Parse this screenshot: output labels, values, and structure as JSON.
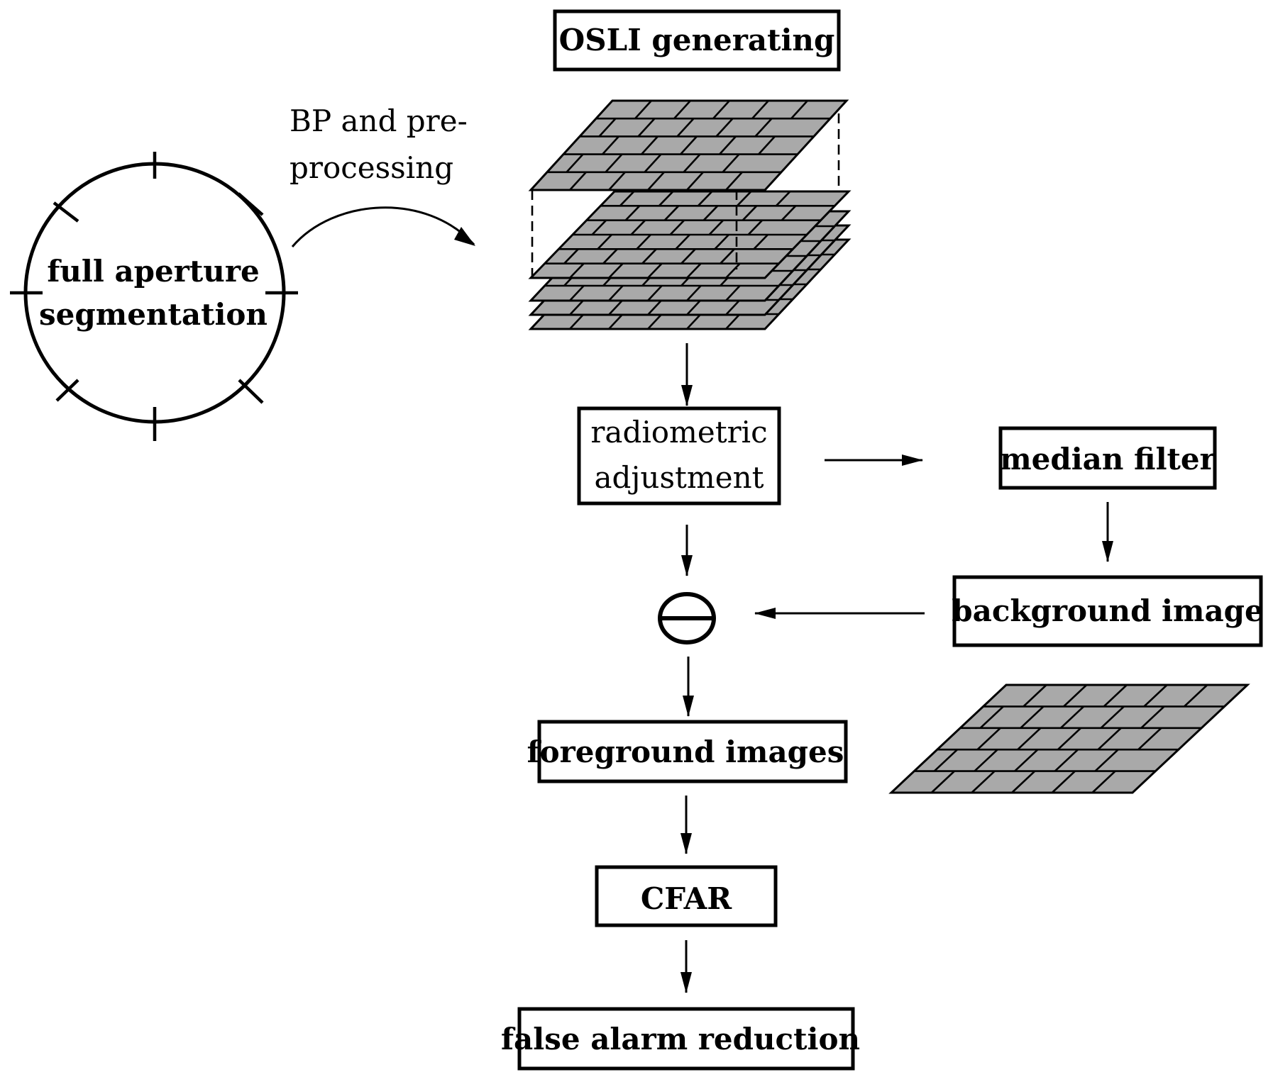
{
  "colors": {
    "ink": "#000000",
    "grid_fill": "#a9a9a9",
    "background": "#ffffff"
  },
  "segmentation": {
    "line1": "full aperture",
    "line2": "segmentation"
  },
  "bp_label": {
    "line1": "BP and pre-",
    "line2": "processing"
  },
  "nodes": {
    "osli": "OSLI generating",
    "radiometric_line1": "radiometric",
    "radiometric_line2": "adjustment",
    "median": "median filter",
    "background": "background image",
    "subtract_icon": "minus-circle-icon",
    "foreground": "foreground images",
    "cfar": "CFAR",
    "false_alarm": "false alarm reduction"
  }
}
